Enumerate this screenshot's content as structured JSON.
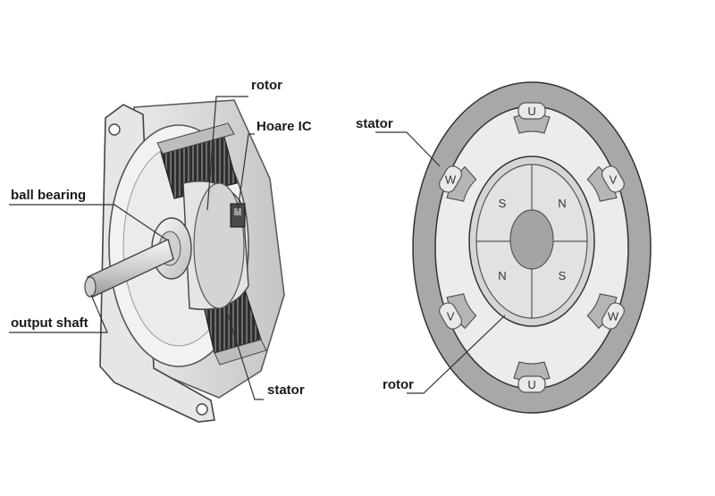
{
  "cutaway": {
    "labels": {
      "rotor": "rotor",
      "hall_ic": "Hoare IC",
      "ball_bearing": "ball bearing",
      "output_shaft": "output shaft",
      "stator": "stator"
    }
  },
  "schematic": {
    "labels": {
      "stator": "stator",
      "rotor": "rotor"
    },
    "windings": [
      {
        "letter": "U"
      },
      {
        "letter": "V"
      },
      {
        "letter": "W"
      },
      {
        "letter": "U"
      },
      {
        "letter": "V"
      },
      {
        "letter": "W"
      }
    ],
    "rotor_poles": [
      {
        "letter": "S"
      },
      {
        "letter": "N"
      },
      {
        "letter": "N"
      },
      {
        "letter": "S"
      }
    ]
  },
  "colors": {
    "ring": "#a8a8a8",
    "slot_fill": "#ececec",
    "rotor_fill": "#e2e2e2",
    "core": "#a4a4a4",
    "metal_light": "#f1f1f1",
    "metal_mid": "#d7d7d7",
    "metal_dark": "#3c3c3c"
  }
}
